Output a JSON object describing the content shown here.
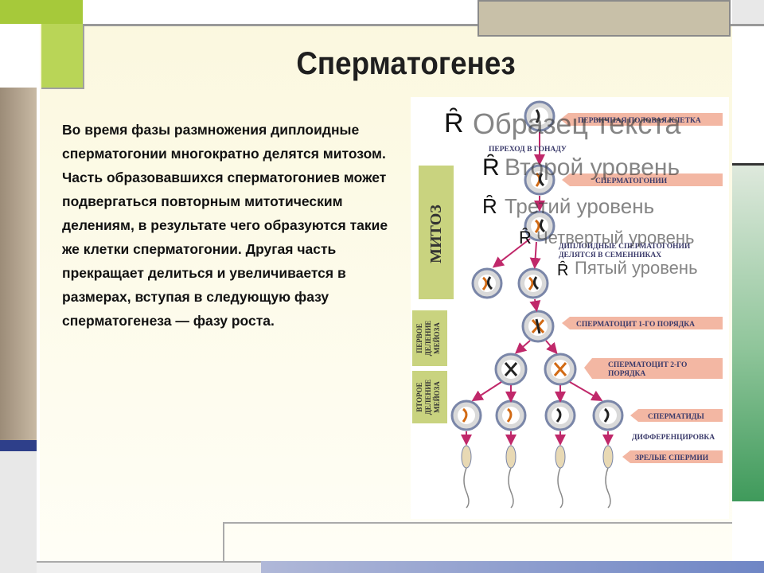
{
  "slide": {
    "title": "Сперматогенез",
    "body": "Во время фазы размножения диплоидные сперматогонии многократно делятся митозом. Часть образовавшихся сперматогониев может подвергаться повторным митотическим делениям, в результате чего образуются такие же клетки сперматогонии. Другая часть прекращает делиться и увеличивается в размерах, вступая в следующую фазу сперматогенеза — фазу роста."
  },
  "placeholder_levels": [
    "Образец текста",
    "Второй уровень",
    "Третий уровень",
    "Четвертый уровень",
    "Пятый уровень"
  ],
  "diagram": {
    "labels": {
      "primary_cell": "ПЕРВИЧНАЯ ПОЛОВАЯ КЛЕТКА",
      "to_gonad": "ПЕРЕХОД В ГОНАДУ",
      "spermatogonia": "СПЕРМАТОГОНИИ",
      "diploid_line1": "ДИПЛОИДНЫЕ СПЕРМАТОГОНИИ",
      "diploid_line2": "ДЕЛЯТСЯ В СЕМЕННИКАХ",
      "spermatocyte1": "СПЕРМАТОЦИТ 1-ГО ПОРЯДКА",
      "spermatocyte2_line1": "СПЕРМАТОЦИТ 2-ГО",
      "spermatocyte2_line2": "ПОРЯДКА",
      "spermatids": "СПЕРМАТИДЫ",
      "differentiation": "ДИФФЕРЕНЦИРОВКА",
      "mature": "ЗРЕЛЫЕ СПЕРМИИ"
    },
    "side": {
      "mitosis": "МИТОЗ",
      "first_meiosis_l1": "ПЕРВОЕ",
      "first_meiosis_l2": "ДЕЛЕНИЕ",
      "first_meiosis_l3": "МЕЙОЗА",
      "second_meiosis_l1": "ВТОРОЕ",
      "second_meiosis_l2": "ДЕЛЕНИЕ",
      "second_meiosis_l3": "МЕЙОЗА"
    }
  },
  "colors": {
    "label_fill": "#f3b7a3",
    "arrow": "#c0286a",
    "side_fill": "#c9d37f",
    "cell_ring": "#7a86a8"
  }
}
